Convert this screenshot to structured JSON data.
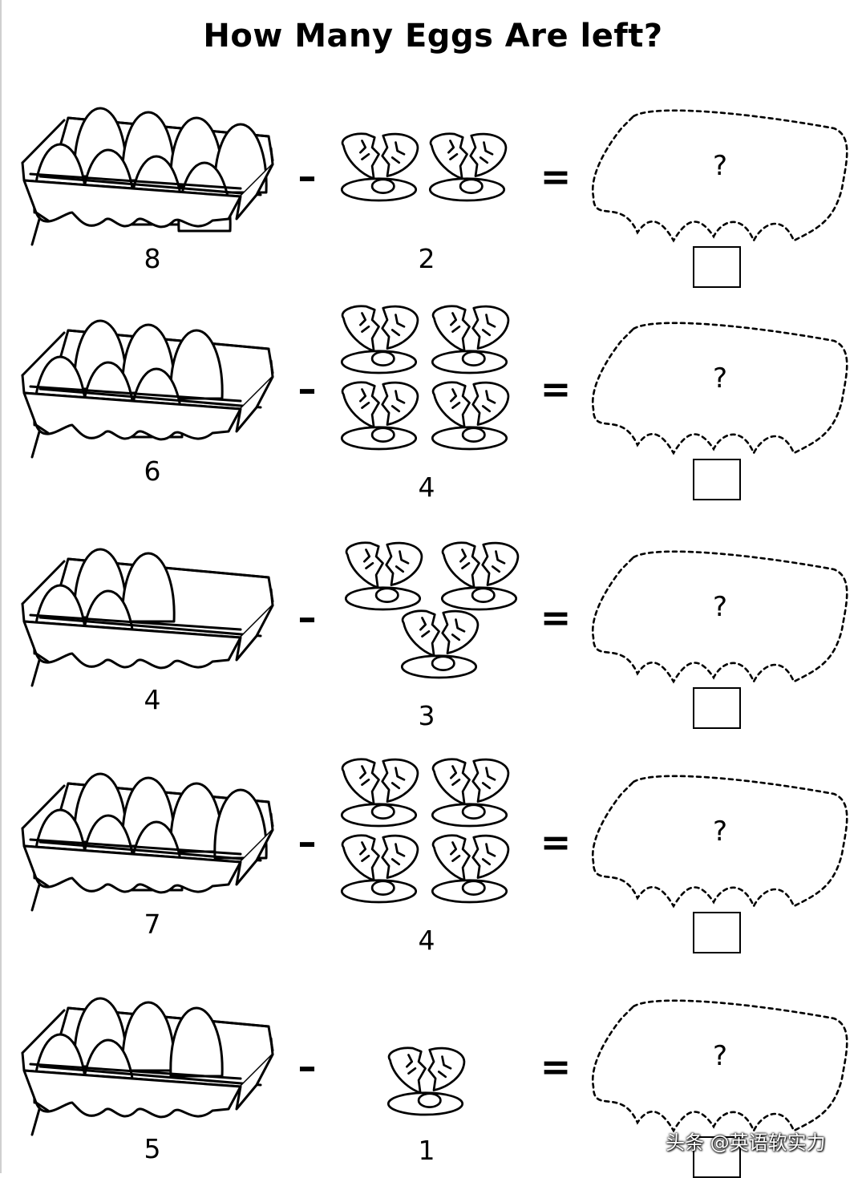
{
  "title": "How Many Eggs Are left?",
  "operators": {
    "minus": "–",
    "equals": "="
  },
  "question_mark": "?",
  "watermark": "头条 @英语软实力",
  "problems": [
    {
      "start": "8",
      "taken": "2",
      "eggs_in_carton": 8,
      "broken_eggs": 2
    },
    {
      "start": "6",
      "taken": "4",
      "eggs_in_carton": 6,
      "broken_eggs": 4
    },
    {
      "start": "4",
      "taken": "3",
      "eggs_in_carton": 4,
      "broken_eggs": 3
    },
    {
      "start": "7",
      "taken": "4",
      "eggs_in_carton": 7,
      "broken_eggs": 4
    },
    {
      "start": "5",
      "taken": "1",
      "eggs_in_carton": 5,
      "broken_eggs": 1
    }
  ],
  "icons": {
    "carton": "egg-carton-icon",
    "broken_egg": "broken-egg-icon",
    "cloud": "dashed-cloud-outline"
  }
}
